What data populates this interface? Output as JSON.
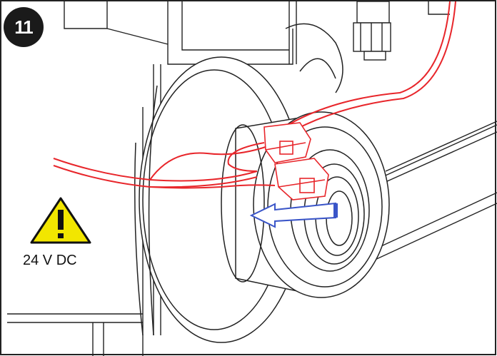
{
  "step": {
    "number": "11"
  },
  "warning": {
    "label": "24 V DC",
    "color": "#f2e600",
    "icon": "warning-triangle-icon"
  },
  "wiring": {
    "wire_color": "#e8262b",
    "connector_color": "#e8262b"
  },
  "arrow": {
    "color": "#3a55c8",
    "icon": "insert-direction-arrow"
  }
}
